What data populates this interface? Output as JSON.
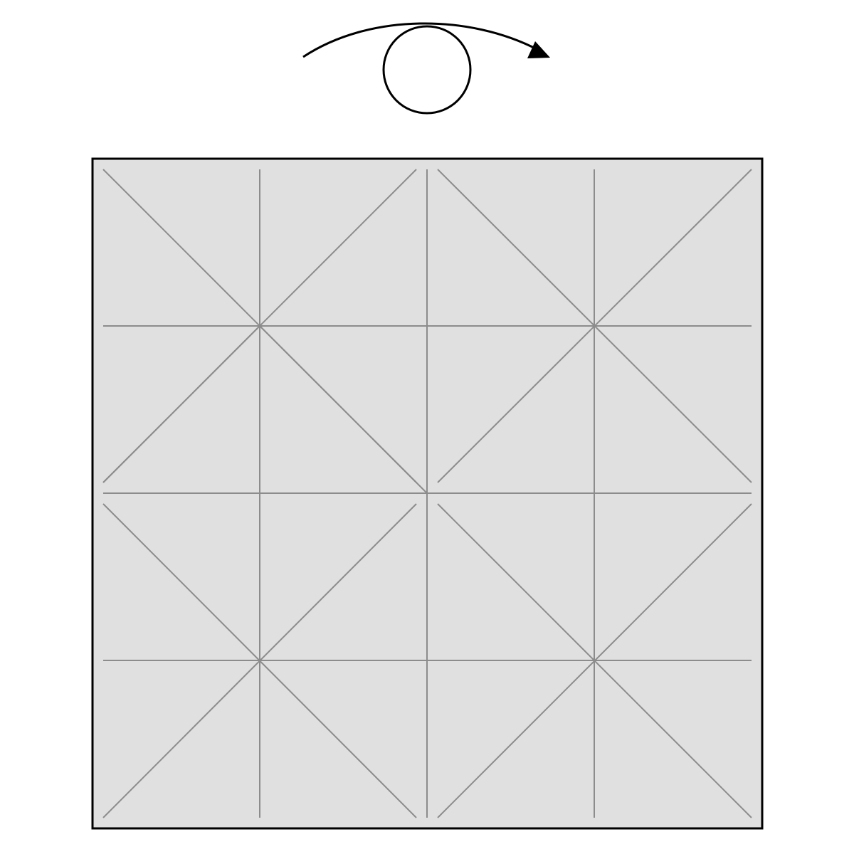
{
  "diagram": {
    "kind": "origami-crease-pattern",
    "instruction_symbol": "turn-over",
    "symbol_icons": [
      "circle-icon",
      "curved-arrow-icon"
    ],
    "grid_divisions": 4,
    "colors": {
      "background": "#ffffff",
      "paper_fill": "#e0e0e0",
      "paper_border": "#000000",
      "crease": "#8c8c8c",
      "symbol": "#000000"
    }
  }
}
